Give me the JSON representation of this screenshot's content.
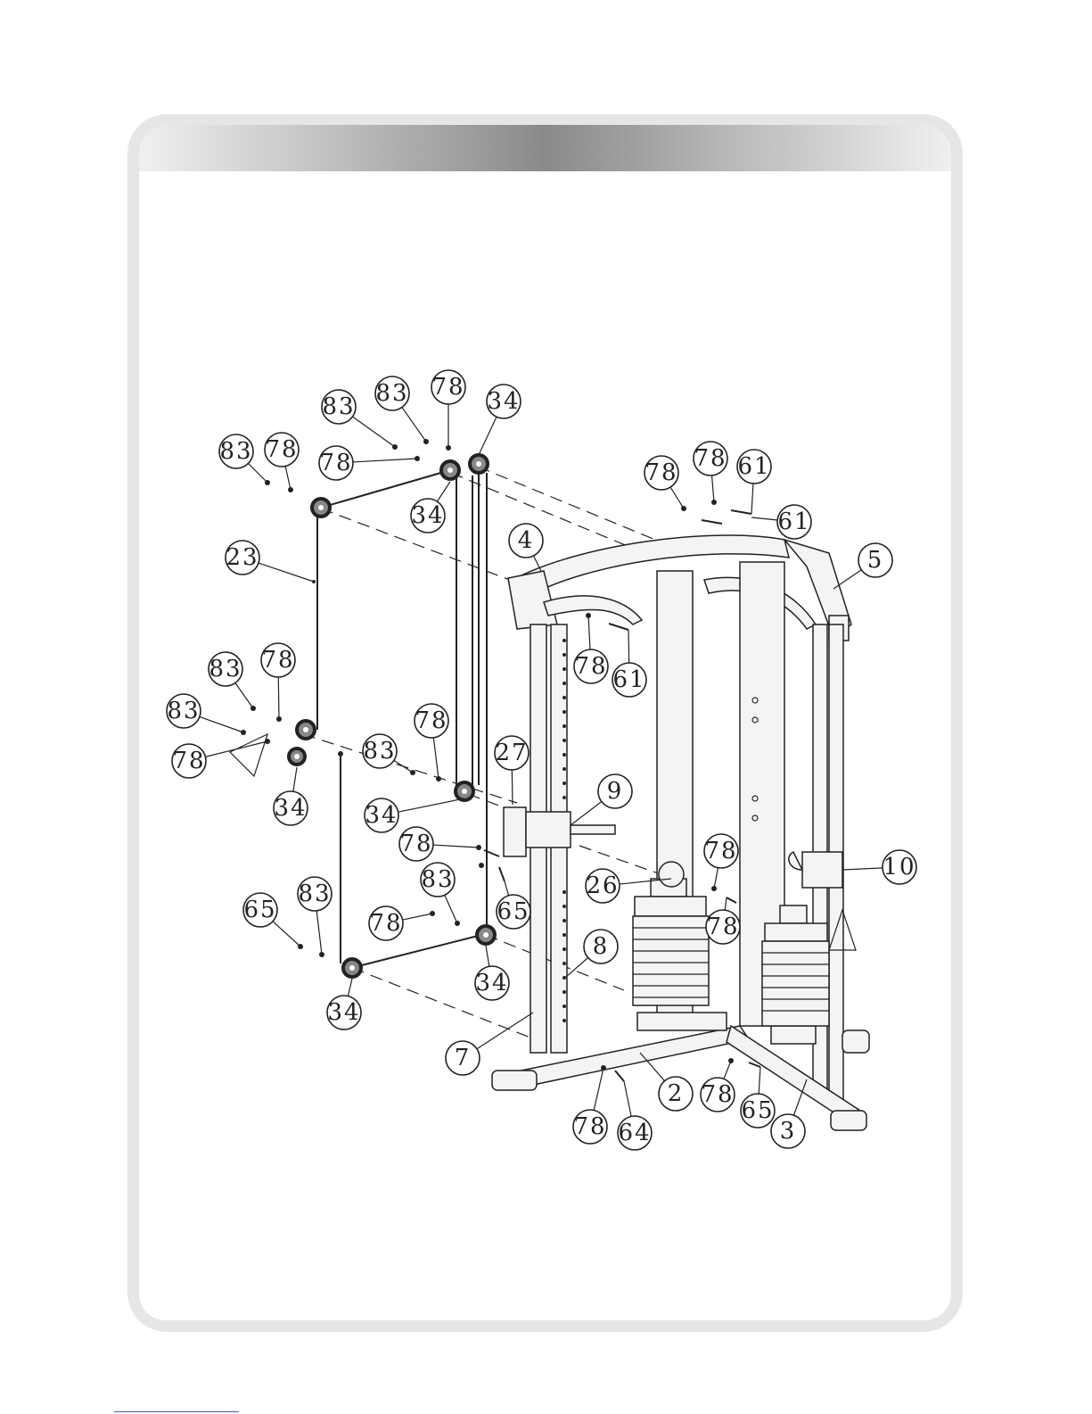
{
  "callouts": [
    {
      "label": "83"
    },
    {
      "label": "83"
    },
    {
      "label": "78"
    },
    {
      "label": "34"
    },
    {
      "label": "83"
    },
    {
      "label": "78"
    },
    {
      "label": "78"
    },
    {
      "label": "34"
    },
    {
      "label": "23"
    },
    {
      "label": "4"
    },
    {
      "label": "78"
    },
    {
      "label": "78"
    },
    {
      "label": "61"
    },
    {
      "label": "61"
    },
    {
      "label": "5"
    },
    {
      "label": "78"
    },
    {
      "label": "61"
    },
    {
      "label": "83"
    },
    {
      "label": "78"
    },
    {
      "label": "83"
    },
    {
      "label": "78"
    },
    {
      "label": "34"
    },
    {
      "label": "83"
    },
    {
      "label": "78"
    },
    {
      "label": "27"
    },
    {
      "label": "9"
    },
    {
      "label": "34"
    },
    {
      "label": "78"
    },
    {
      "label": "78"
    },
    {
      "label": "10"
    },
    {
      "label": "26"
    },
    {
      "label": "78"
    },
    {
      "label": "65"
    },
    {
      "label": "65"
    },
    {
      "label": "83"
    },
    {
      "label": "78"
    },
    {
      "label": "83"
    },
    {
      "label": "8"
    },
    {
      "label": "34"
    },
    {
      "label": "34"
    },
    {
      "label": "7"
    },
    {
      "label": "2"
    },
    {
      "label": "78"
    },
    {
      "label": "64"
    },
    {
      "label": "78"
    },
    {
      "label": "65"
    },
    {
      "label": "3"
    }
  ]
}
